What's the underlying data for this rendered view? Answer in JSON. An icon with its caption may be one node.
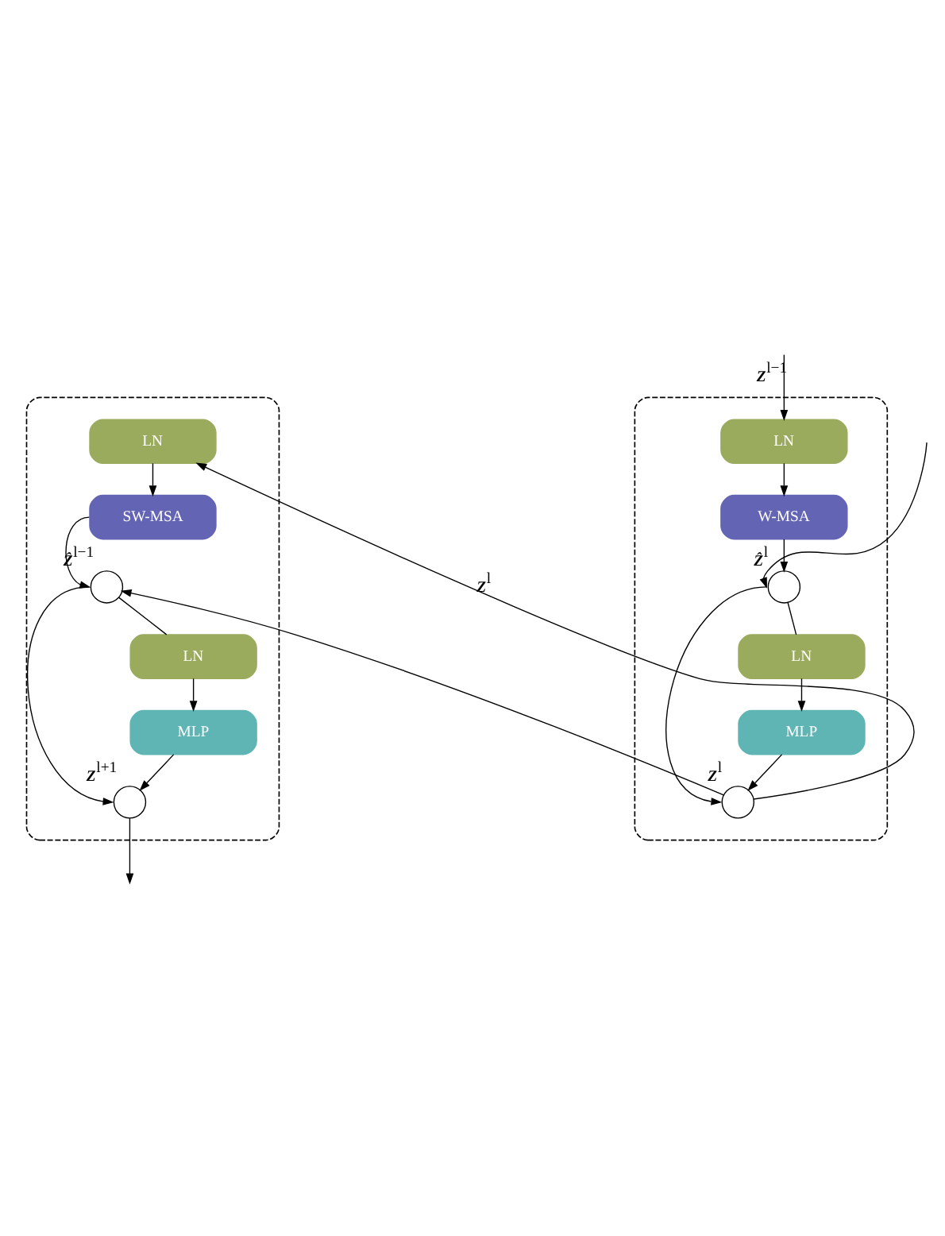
{
  "diagram": {
    "nodes": [
      {
        "text": [],
        "shape": "box"
      },
      {
        "text": [
          "LN"
        ],
        "in": 0
      },
      {
        "text": [
          "W-MSA"
        ],
        "in": 0
      },
      {
        "text": [],
        "shape": "circle",
        "in": 0,
        "beside": [
          "**Ẑ**$^{l}$"
        ]
      },
      {
        "text": [
          "LN"
        ],
        "in": 0
      },
      {
        "text": [
          "MLP"
        ],
        "in": 0
      },
      {
        "text": [],
        "shape": "circle",
        "in": 0,
        "beside": [
          "**Z**$^{l}$"
        ]
      },
      {
        "text": [],
        "shape": "box"
      },
      {
        "text": [
          "LN"
        ],
        "in": 7
      },
      {
        "text": [
          "SW-MSA"
        ],
        "in": 7
      },
      {
        "text": [],
        "shape": "circle",
        "in": 7,
        "beside": [
          "**Ẑ**$^{l−1}$"
        ]
      },
      {
        "text": [
          "LN"
        ],
        "in": 7
      },
      {
        "text": [
          "MLP"
        ],
        "in": 7
      },
      {
        "text": [],
        "shape": "circle",
        "in": 7,
        "beside": [
          "**Z**$^{l+1}$"
        ]
      }
    ],
    "edges": [
      {
        "from": null,
        "to": 1,
        "arrow": "to",
        "label": "**Z**$^{l−1}$"
      },
      {
        "from": 1,
        "to": 2,
        "arrow": "to"
      },
      {
        "from": 2,
        "to": 3,
        "arrow": "to"
      },
      {
        "from": null,
        "to": 3,
        "arrow": "to"
      },
      {
        "from": 3,
        "to": 4,
        "arrow": "none"
      },
      {
        "from": 4,
        "to": 5,
        "arrow": "to"
      },
      {
        "from": 5,
        "to": 6,
        "arrow": "to"
      },
      {
        "from": 3,
        "to": 6,
        "arrow": "to"
      },
      {
        "from": 6,
        "to": 8,
        "arrow": "to",
        "label": "**Z**$^{l}$"
      },
      {
        "from": 6,
        "to": 10,
        "arrow": "to"
      },
      {
        "from": 8,
        "to": 9,
        "arrow": "to"
      },
      {
        "from": 9,
        "to": 10,
        "arrow": "to"
      },
      {
        "from": 10,
        "to": 11,
        "arrow": "none"
      },
      {
        "from": 11,
        "to": 12,
        "arrow": "to"
      },
      {
        "from": 12,
        "to": 13,
        "arrow": "to"
      },
      {
        "from": 10,
        "to": 13,
        "arrow": "to"
      },
      {
        "from": 13,
        "to": null,
        "arrow": "to"
      }
    ]
  }
}
